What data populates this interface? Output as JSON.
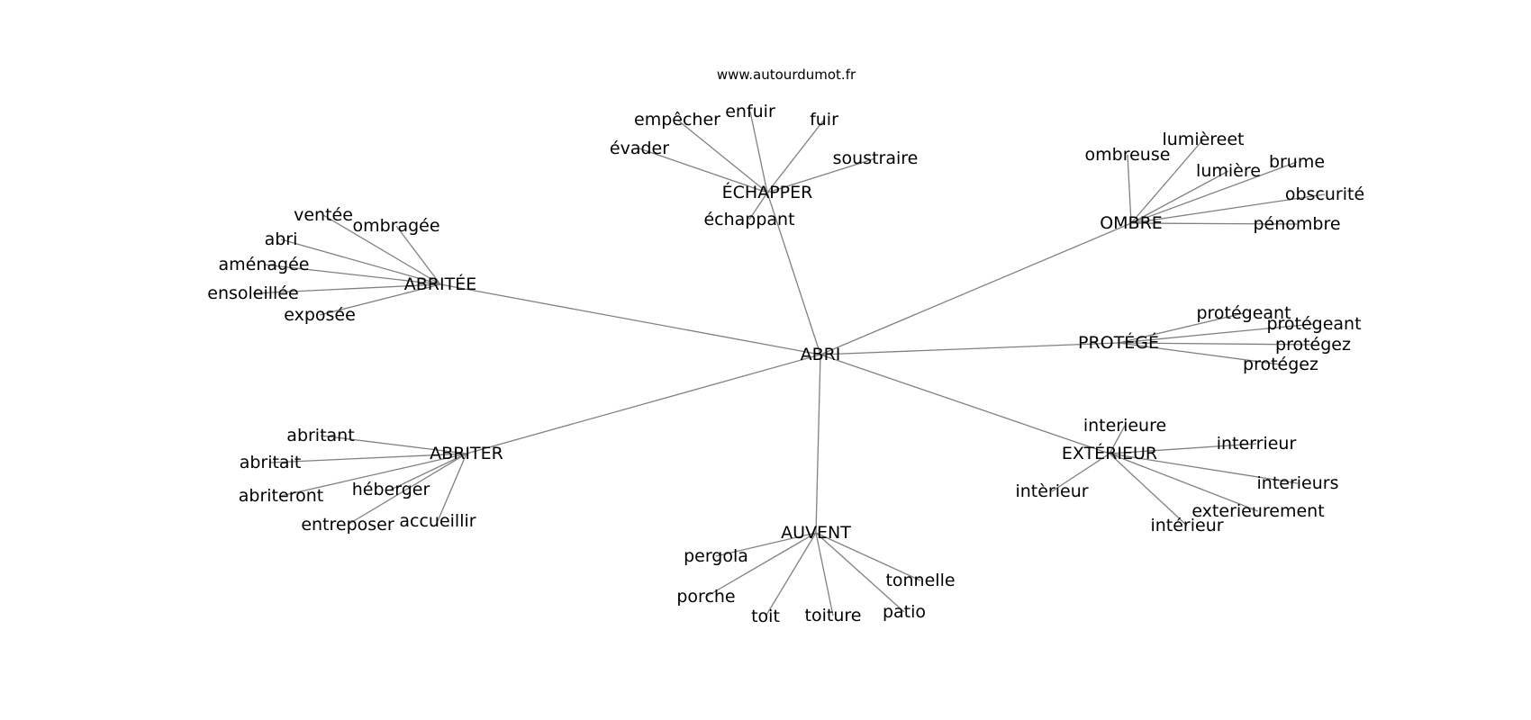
{
  "site": "www.autourdumot.fr",
  "edge_color": "#808080",
  "center": "ABRI",
  "hubs": [
    {
      "label": "ÉCHAPPER",
      "words": [
        "empêcher",
        "enfuir",
        "fuir",
        "évader",
        "soustraire",
        "échappant"
      ]
    },
    {
      "label": "OMBRE",
      "words": [
        "lumièreet",
        "ombreuse",
        "lumière",
        "brume",
        "obscurité",
        "pénombre"
      ]
    },
    {
      "label": "ABRITÉE",
      "words": [
        "ventée",
        "ombragée",
        "abri",
        "aménagée",
        "ensoleillée",
        "exposée"
      ]
    },
    {
      "label": "PROTÉGÉ",
      "words": [
        "protégeant",
        "protégeant",
        "protégez",
        "protégez"
      ]
    },
    {
      "label": "ABRITER",
      "words": [
        "abritant",
        "abritait",
        "héberger",
        "abriteront",
        "entreposer",
        "accueillir"
      ]
    },
    {
      "label": "EXTÉRIEUR",
      "words": [
        "interieure",
        "interrieur",
        "intèrieur",
        "interieurs",
        "exterieurement",
        "intérieur"
      ]
    },
    {
      "label": "AUVENT",
      "words": [
        "pergola",
        "tonnelle",
        "porche",
        "toit",
        "toiture",
        "patio"
      ]
    }
  ]
}
